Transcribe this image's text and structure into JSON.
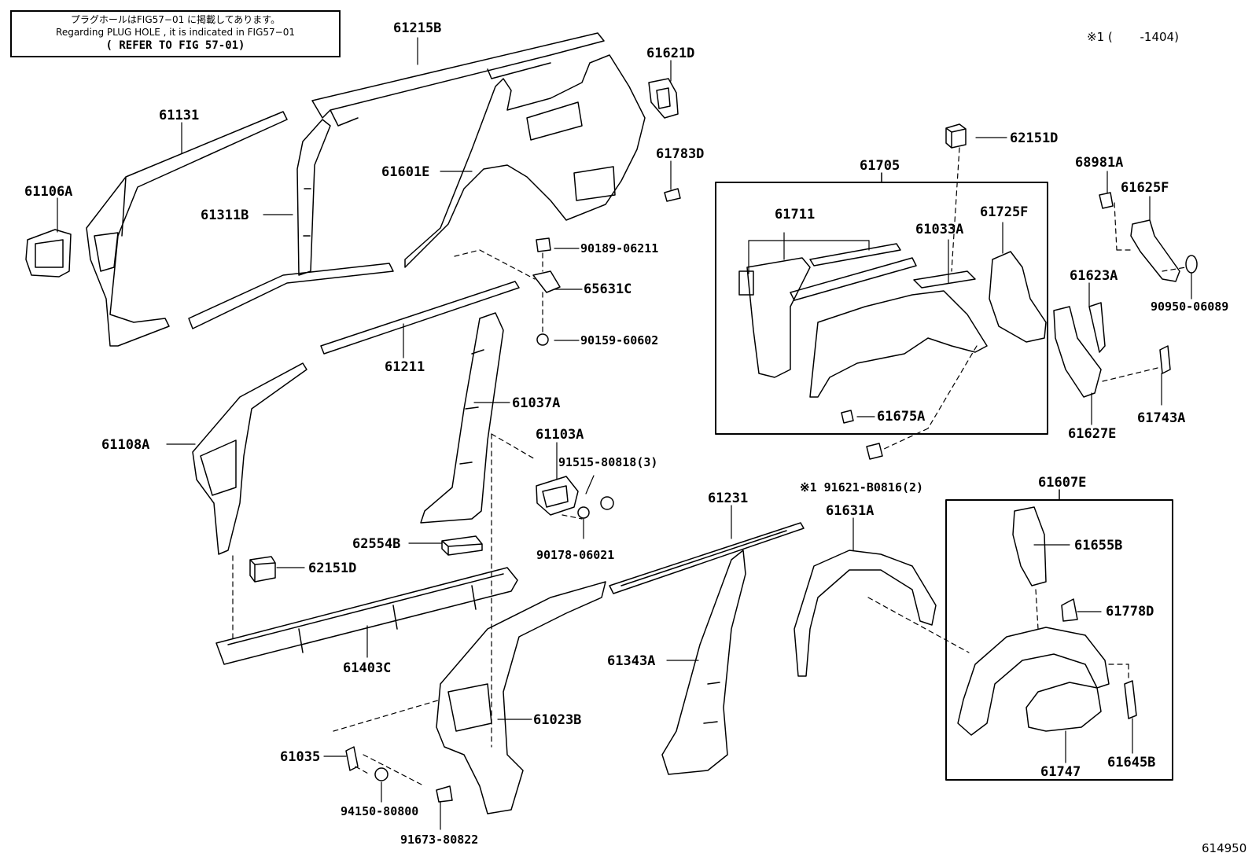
{
  "note": {
    "jp": "プラグホールはFIG57−01 に掲載してあります。",
    "en": "Regarding PLUG HOLE , it is indicated in FIG57−01",
    "ref": "( REFER TO FIG 57-01)"
  },
  "corner_note": "※1 (　　 -1404)",
  "figure_number": "614950",
  "parts": {
    "p61215B": "61215B",
    "p61621D": "61621D",
    "p61131": "61131",
    "p61106A": "61106A",
    "p61311B": "61311B",
    "p61601E": "61601E",
    "p61783D": "61783D",
    "p62151D_top": "62151D",
    "p61705": "61705",
    "p61711": "61711",
    "p61033A": "61033A",
    "p61725F": "61725F",
    "p61675A": "61675A",
    "p68981A": "68981A",
    "p61625F": "61625F",
    "p61623A": "61623A",
    "p90950": "90950-06089",
    "p61627E": "61627E",
    "p61743A": "61743A",
    "p90189": "90189-06211",
    "p65631C": "65631C",
    "p90159": "90159-60602",
    "p61211": "61211",
    "p61037A": "61037A",
    "p61108A": "61108A",
    "p61103A": "61103A",
    "p91515": "91515-80818(3)",
    "p90178": "90178-06021",
    "p62554B": "62554B",
    "p62151D_bot": "62151D",
    "p61403C": "61403C",
    "p91621": "※1 91621-B0816(2)",
    "p61231": "61231",
    "p61631A": "61631A",
    "p61607E": "61607E",
    "p61655B": "61655B",
    "p61778D": "61778D",
    "p61343A": "61343A",
    "p61023B": "61023B",
    "p61035": "61035",
    "p94150": "94150-80800",
    "p91673": "91673-80822",
    "p61747": "61747",
    "p61645B": "61645B"
  }
}
